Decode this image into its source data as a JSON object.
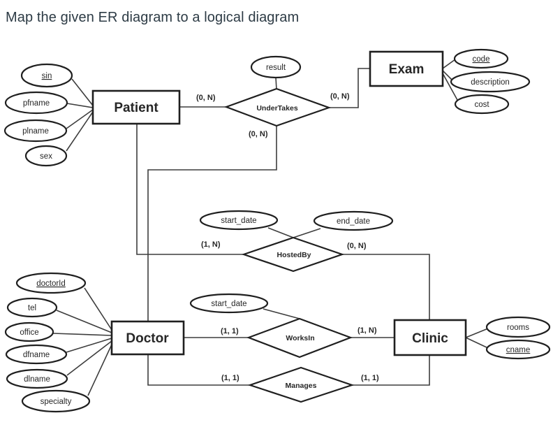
{
  "title": "Map the given ER diagram to a logical diagram",
  "colors": {
    "title": "#2d3b45",
    "shape_stroke": "#1f1f1f",
    "line": "#3d3d3d",
    "background": "#ffffff"
  },
  "entities": {
    "patient": "Patient",
    "exam": "Exam",
    "doctor": "Doctor",
    "clinic": "Clinic"
  },
  "relationships": {
    "undertakes": "UnderTakes",
    "hostedby": "HostedBy",
    "worksin": "WorksIn",
    "manages": "Manages"
  },
  "attributes": {
    "patient": {
      "sin": "sin",
      "pfname": "pfname",
      "plname": "plname",
      "sex": "sex"
    },
    "undertakes": {
      "result": "result"
    },
    "exam": {
      "code": "code",
      "description": "description",
      "cost": "cost"
    },
    "hostedby": {
      "start_date": "start_date",
      "end_date": "end_date"
    },
    "doctor": {
      "doctorId": "doctorId",
      "tel": "tel",
      "office": "office",
      "dfname": "dfname",
      "dlname": "dlname",
      "specialty": "specialty"
    },
    "worksin": {
      "start_date": "start_date"
    },
    "clinic": {
      "rooms": "rooms",
      "cname": "cname"
    }
  },
  "primary_keys": [
    "sin",
    "code",
    "doctorId",
    "cname"
  ],
  "cardinalities": {
    "patient_undertakes": "(0, N)",
    "undertakes_exam": "(0, N)",
    "undertakes_doctor": "(0, N)",
    "patient_hostedby": "(1, N)",
    "hostedby_clinic": "(0, N)",
    "doctor_worksin": "(1, 1)",
    "worksin_clinic": "(1, N)",
    "doctor_manages": "(1, 1)",
    "manages_clinic": "(1, 1)"
  }
}
